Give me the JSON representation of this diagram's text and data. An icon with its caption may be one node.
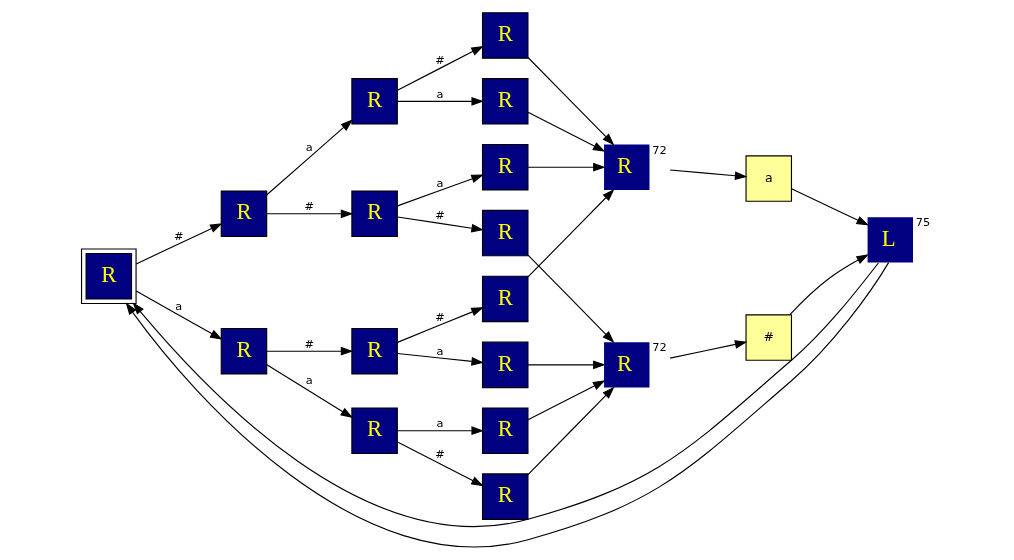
{
  "diagram": {
    "nodes": [
      {
        "text": [
          "R"
        ]
      },
      {
        "text": [
          "R"
        ]
      },
      {
        "text": [
          "R"
        ]
      },
      {
        "text": [
          "R"
        ]
      },
      {
        "text": [
          "R"
        ]
      },
      {
        "text": [
          "R"
        ]
      },
      {
        "text": [
          "R"
        ]
      },
      {
        "text": [
          "R"
        ]
      },
      {
        "text": [
          "R"
        ]
      },
      {
        "text": [
          "R"
        ]
      },
      {
        "text": [
          "R"
        ]
      },
      {
        "text": [
          "R"
        ]
      },
      {
        "text": [
          "R"
        ]
      },
      {
        "text": [
          "R"
        ]
      },
      {
        "text": [
          "R"
        ]
      },
      {
        "text": [
          "R"
        ],
        "beside": [
          "72"
        ]
      },
      {
        "text": [
          "R"
        ],
        "beside": [
          "72"
        ]
      },
      {
        "text": [
          "a"
        ]
      },
      {
        "text": [
          "#"
        ]
      },
      {
        "text": [
          "L"
        ],
        "beside": [
          "75"
        ]
      }
    ],
    "edges": [
      {
        "from": 0,
        "to": 1,
        "arrow": "to",
        "label": "#"
      },
      {
        "from": 0,
        "to": 2,
        "arrow": "to",
        "label": "a"
      },
      {
        "from": 1,
        "to": 3,
        "arrow": "to",
        "label": "a"
      },
      {
        "from": 1,
        "to": 4,
        "arrow": "to",
        "label": "#"
      },
      {
        "from": 2,
        "to": 5,
        "arrow": "to",
        "label": "#"
      },
      {
        "from": 2,
        "to": 6,
        "arrow": "to",
        "label": "a"
      },
      {
        "from": 3,
        "to": 7,
        "arrow": "to",
        "label": "#"
      },
      {
        "from": 3,
        "to": 8,
        "arrow": "to",
        "label": "a"
      },
      {
        "from": 4,
        "to": 9,
        "arrow": "to",
        "label": "a"
      },
      {
        "from": 4,
        "to": 10,
        "arrow": "to",
        "label": "#"
      },
      {
        "from": 5,
        "to": 11,
        "arrow": "to",
        "label": "#"
      },
      {
        "from": 5,
        "to": 12,
        "arrow": "to",
        "label": "a"
      },
      {
        "from": 6,
        "to": 13,
        "arrow": "to",
        "label": "#"
      },
      {
        "from": 6,
        "to": 14,
        "arrow": "to",
        "label": "a"
      },
      {
        "from": 7,
        "to": 15,
        "arrow": "to"
      },
      {
        "from": 8,
        "to": 15,
        "arrow": "to"
      },
      {
        "from": 9,
        "to": 15,
        "arrow": "to"
      },
      {
        "from": 11,
        "to": 15,
        "arrow": "to"
      },
      {
        "from": 10,
        "to": 16,
        "arrow": "to"
      },
      {
        "from": 12,
        "to": 16,
        "arrow": "to"
      },
      {
        "from": 13,
        "to": 16,
        "arrow": "to"
      },
      {
        "from": 14,
        "to": 16,
        "arrow": "to"
      },
      {
        "from": 15,
        "to": 17,
        "arrow": "to"
      },
      {
        "from": 16,
        "to": 18,
        "arrow": "to"
      },
      {
        "from": 17,
        "to": 19,
        "arrow": "to"
      },
      {
        "from": 18,
        "to": 19,
        "arrow": "to"
      },
      {
        "from": 19,
        "to": 0,
        "arrow": "to"
      },
      {
        "from": 19,
        "to": 0,
        "arrow": "to"
      }
    ]
  }
}
